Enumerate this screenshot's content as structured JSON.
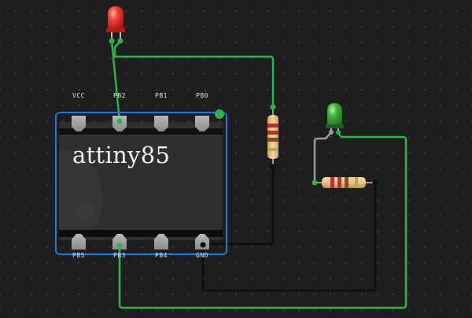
{
  "chip": {
    "name": "attiny85",
    "top_pins": [
      "VCC",
      "PB2",
      "PB1",
      "PB0"
    ],
    "bottom_pins": [
      "PB5",
      "PB3",
      "PB4",
      "GND"
    ]
  },
  "components": {
    "led_red": {
      "color": "#e53935"
    },
    "led_green": {
      "color": "#43a047"
    },
    "resistor_vertical": {
      "bands": [
        "#b8312f",
        "#b8312f",
        "#8a4b1b"
      ]
    },
    "resistor_horizontal": {
      "bands": [
        "#b8312f",
        "#b8312f",
        "#8a4b1b"
      ]
    }
  },
  "colors": {
    "wire_green": "#2fb24a",
    "wire_black": "#0d0d0d",
    "selection_blue": "#1e78d7",
    "chip_body": "#2f2f2f"
  }
}
